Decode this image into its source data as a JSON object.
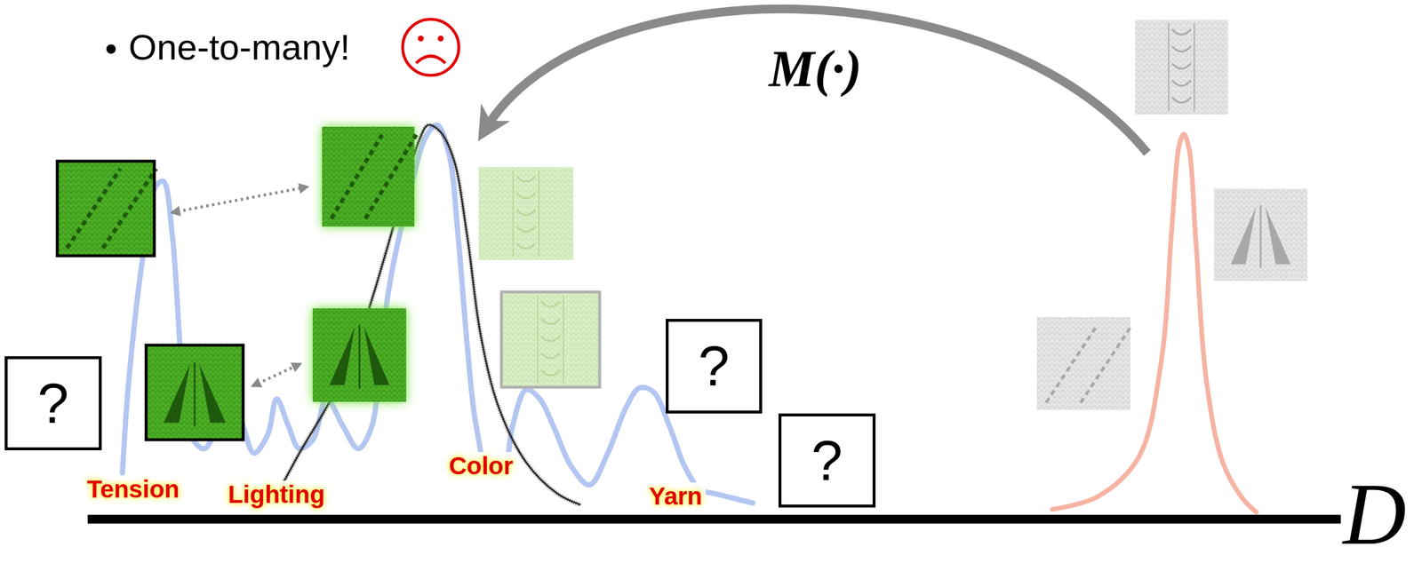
{
  "diagram": {
    "nodes": [
      {
        "text": [
          "?"
        ]
      },
      {
        "text": [
          "?"
        ]
      },
      {
        "text": [
          "?"
        ]
      }
    ],
    "labels": [
      "One-to-many!",
      "M(·)",
      "Tension",
      "Lighting",
      "Color",
      "Yarn",
      "D"
    ]
  }
}
